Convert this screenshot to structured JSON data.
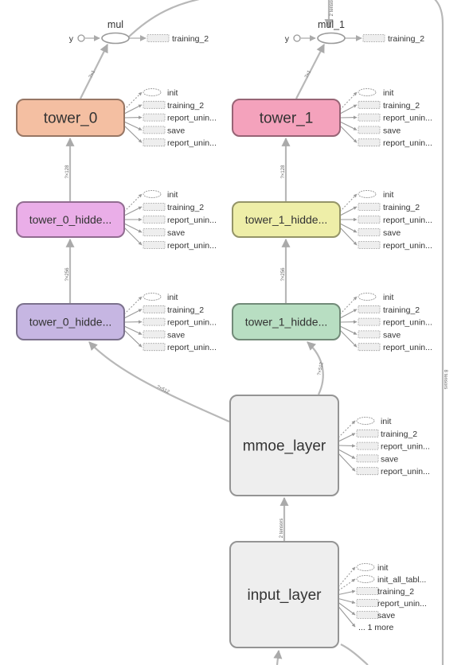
{
  "graph": {
    "op_nodes": {
      "mul": "mul",
      "mul_1": "mul_1",
      "y": "y",
      "y_1": "y",
      "training_mul": "training_2",
      "training_mul_1": "training_2"
    },
    "nodes": {
      "tower_0": "tower_0",
      "tower_1": "tower_1",
      "tower_0_hidden_a": "tower_0_hidde...",
      "tower_1_hidden_a": "tower_1_hidde...",
      "tower_0_hidden_b": "tower_0_hidde...",
      "tower_1_hidden_b": "tower_1_hidde...",
      "mmoe_layer": "mmoe_layer",
      "input_layer": "input_layer"
    },
    "aux_standard": [
      "init",
      "training_2",
      "report_unin...",
      "save",
      "report_unin..."
    ],
    "aux_input_layer": [
      "init",
      "init_all_tabl...",
      "training_2",
      "report_unin...",
      "save",
      "... 1 more"
    ],
    "edge_labels": {
      "tower0_to_mul": "?×1",
      "tower1_to_mul1": "?×1",
      "hidA0_to_tower0": "?×128",
      "hidA1_to_tower1": "?×128",
      "hidB0_to_hidA0": "?×256",
      "hidB1_to_hidA1": "?×256",
      "mmoe_to_hidB0": "?×512",
      "mmoe_to_hidB1": "?×512",
      "input_to_mmoe": "2 tensors",
      "right_loop": "8 tensors",
      "top_to_mul1": "2 tensors"
    },
    "colors": {
      "tower_0": "#f4bfa2",
      "tower_1": "#f4a2bc",
      "tower_0_hidden_a": "#eaaee8",
      "tower_1_hidden_a": "#eeeea8",
      "tower_0_hidden_b": "#c6b6e2",
      "tower_1_hidden_b": "#b8dec2",
      "mmoe_layer": "#eeeeee",
      "input_layer": "#eeeeee"
    }
  }
}
